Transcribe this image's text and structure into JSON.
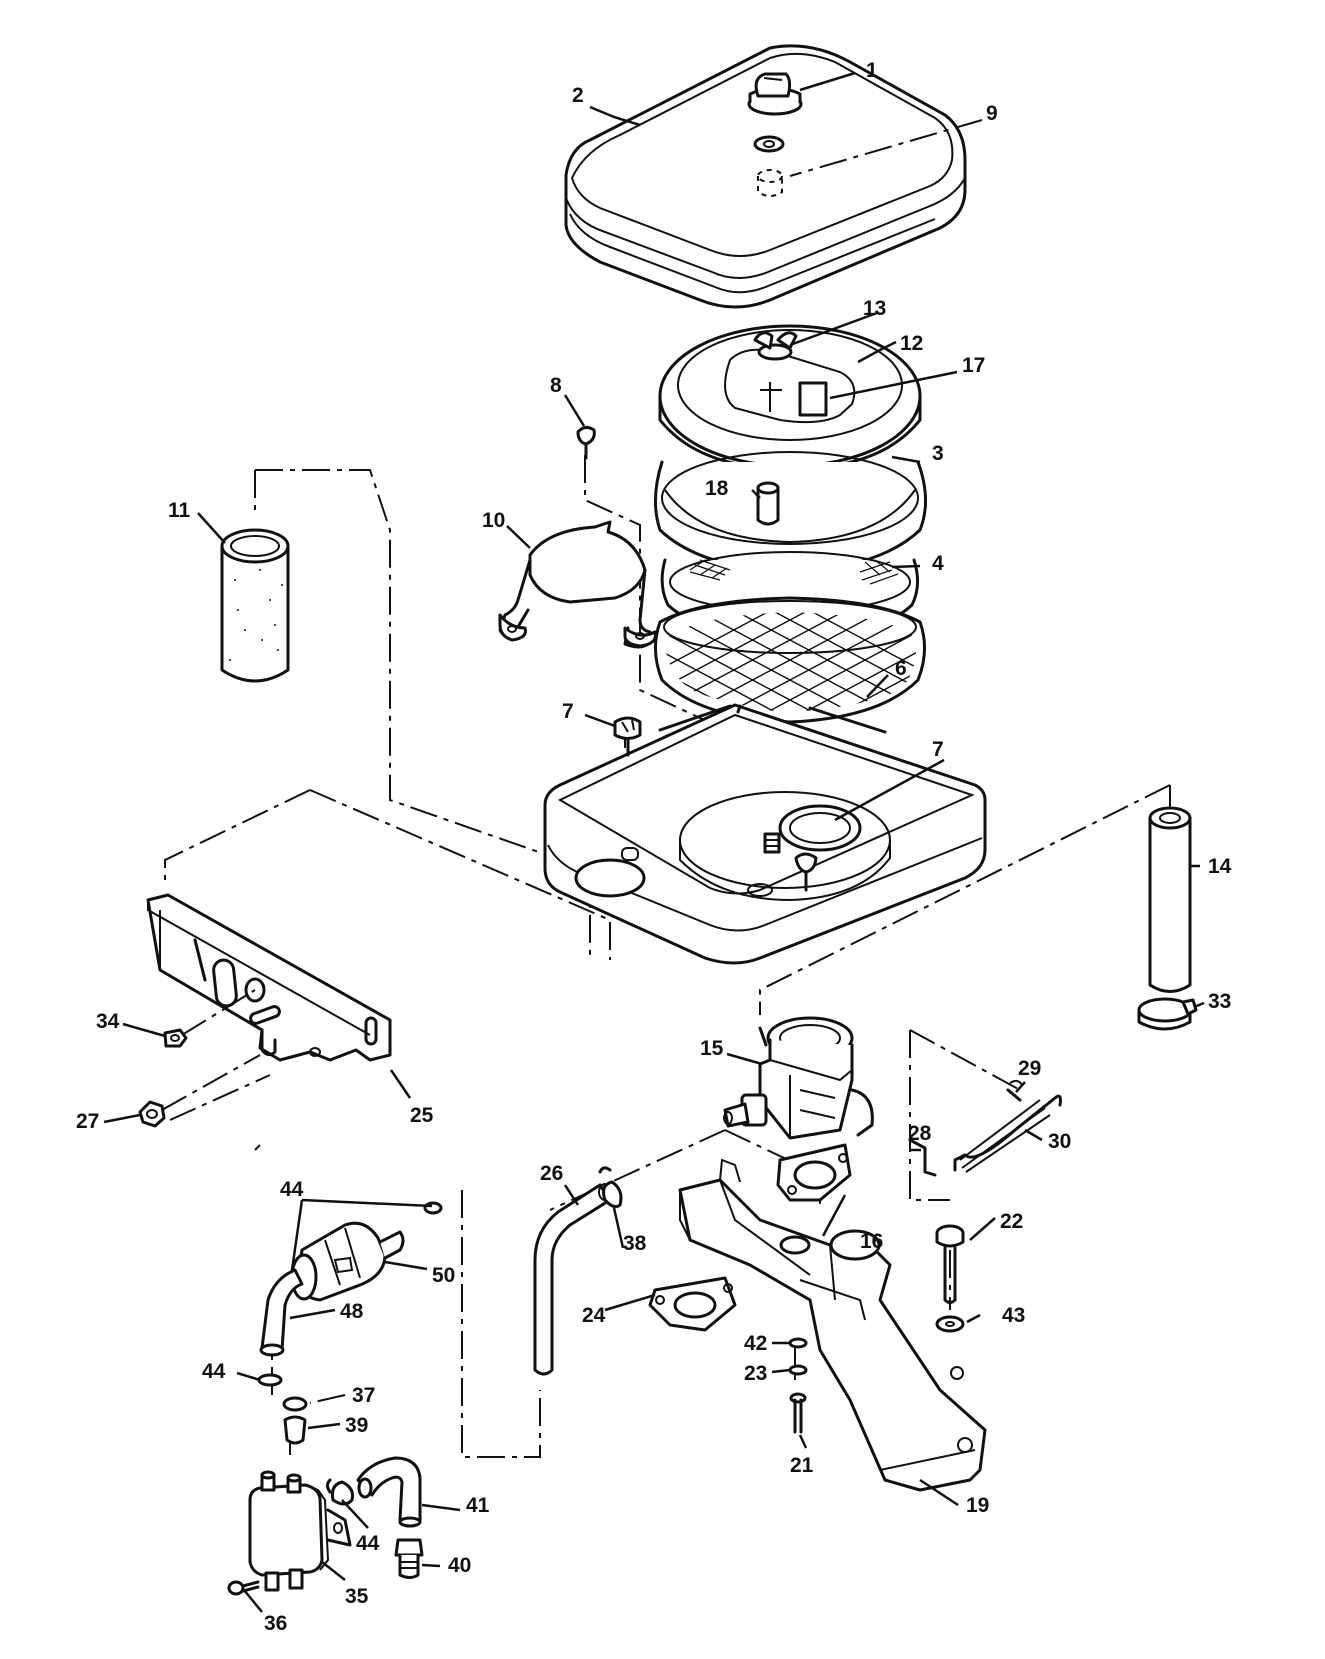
{
  "callouts": [
    {
      "id": "c1",
      "label": "1"
    },
    {
      "id": "c2",
      "label": "2"
    },
    {
      "id": "c9",
      "label": "9"
    },
    {
      "id": "c13",
      "label": "13"
    },
    {
      "id": "c12",
      "label": "12"
    },
    {
      "id": "c17",
      "label": "17"
    },
    {
      "id": "c8",
      "label": "8"
    },
    {
      "id": "c3",
      "label": "3"
    },
    {
      "id": "c18",
      "label": "18"
    },
    {
      "id": "c11",
      "label": "11"
    },
    {
      "id": "c10",
      "label": "10"
    },
    {
      "id": "c4",
      "label": "4"
    },
    {
      "id": "c6",
      "label": "6"
    },
    {
      "id": "c7a",
      "label": "7"
    },
    {
      "id": "c7b",
      "label": "7"
    },
    {
      "id": "c14",
      "label": "14"
    },
    {
      "id": "c33",
      "label": "33"
    },
    {
      "id": "c34",
      "label": "34"
    },
    {
      "id": "c15",
      "label": "15"
    },
    {
      "id": "c29",
      "label": "29"
    },
    {
      "id": "c27",
      "label": "27"
    },
    {
      "id": "c25",
      "label": "25"
    },
    {
      "id": "c28",
      "label": "28"
    },
    {
      "id": "c30",
      "label": "30"
    },
    {
      "id": "c26",
      "label": "26"
    },
    {
      "id": "c44a",
      "label": "44"
    },
    {
      "id": "c16",
      "label": "16"
    },
    {
      "id": "c38",
      "label": "38"
    },
    {
      "id": "c22",
      "label": "22"
    },
    {
      "id": "c50",
      "label": "50"
    },
    {
      "id": "c48",
      "label": "48"
    },
    {
      "id": "c24",
      "label": "24"
    },
    {
      "id": "c43",
      "label": "43"
    },
    {
      "id": "c44b",
      "label": "44"
    },
    {
      "id": "c42",
      "label": "42"
    },
    {
      "id": "c37",
      "label": "37"
    },
    {
      "id": "c23",
      "label": "23"
    },
    {
      "id": "c39",
      "label": "39"
    },
    {
      "id": "c21",
      "label": "21"
    },
    {
      "id": "c19",
      "label": "19"
    },
    {
      "id": "c41",
      "label": "41"
    },
    {
      "id": "c44c",
      "label": "44"
    },
    {
      "id": "c40",
      "label": "40"
    },
    {
      "id": "c35",
      "label": "35"
    },
    {
      "id": "c36",
      "label": "36"
    }
  ]
}
